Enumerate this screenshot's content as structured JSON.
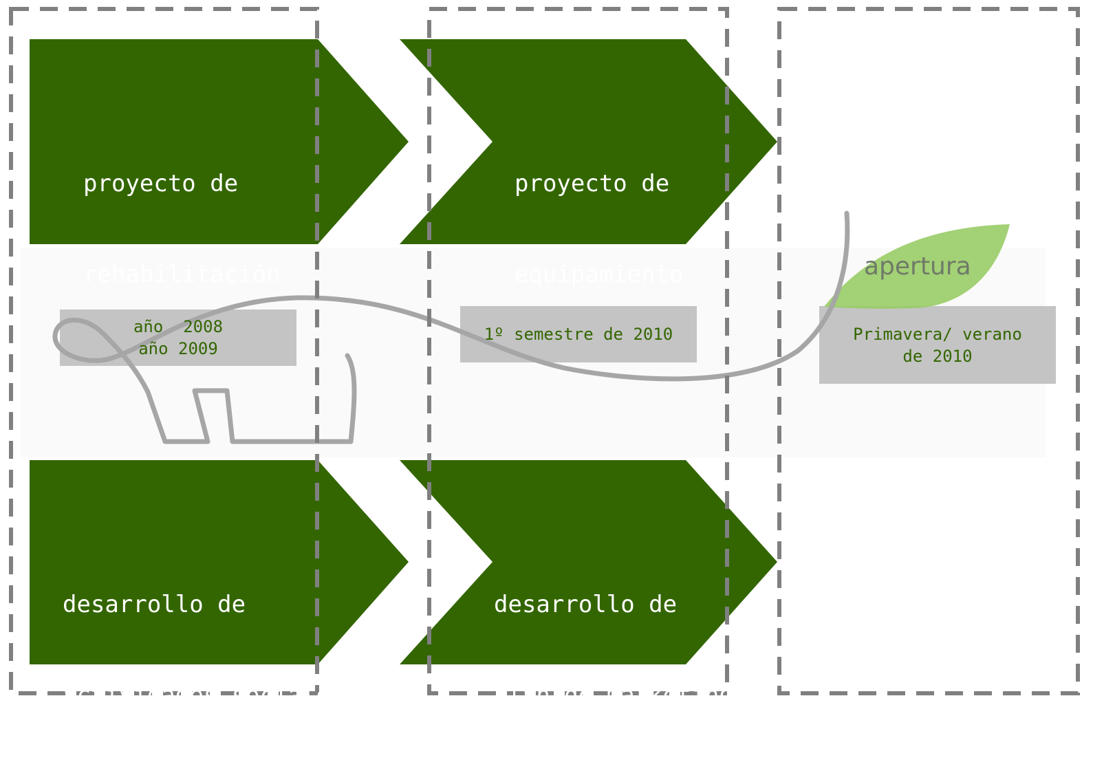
{
  "colors": {
    "arrow_fill": "#336600",
    "arrow_text": "#ffffff",
    "date_box_fill": "#c4c4c4",
    "date_text": "#336600",
    "dashed_border": "#808080",
    "curve": "#a6a6a6",
    "leaf": "#99cc66",
    "apertura_text": "#6f7a68"
  },
  "arrows": {
    "rehabilitacion": {
      "line1": "proyecto de",
      "line2": "rehabilitación"
    },
    "equipamiento": {
      "line1": "proyecto de",
      "line2": "equipamiento"
    },
    "actividades": {
      "line1": "desarrollo de",
      "line2": "actividades sociales"
    },
    "marketing": {
      "line1": "desarrollo de",
      "line2": "plan de marketing"
    }
  },
  "dates": {
    "phase1": {
      "line1": "año  2008",
      "line2": "año 2009"
    },
    "phase2": {
      "line1": "1º semestre de 2010"
    },
    "phase3": {
      "line1": "Primavera/ verano",
      "line2": "de 2010"
    }
  },
  "leaf_label": "apertura"
}
